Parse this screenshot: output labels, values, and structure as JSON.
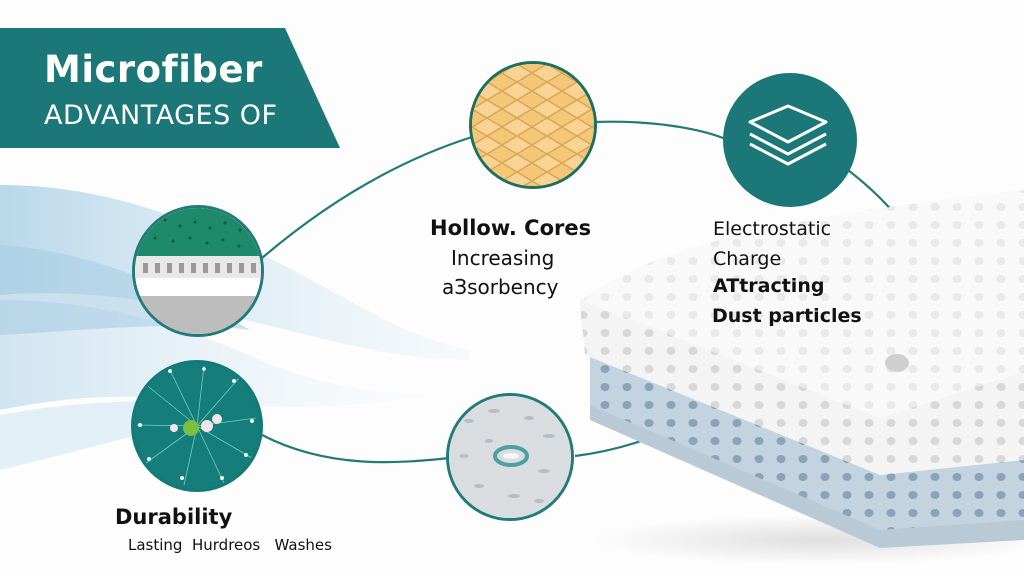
{
  "title": {
    "line1": "Microfiber",
    "line2": "ADVANTAGES OF"
  },
  "features": [
    {
      "id": "hollow-cores",
      "heading": "Hollow. Cores",
      "lines": [
        "Increasing",
        "aЗsorbency"
      ],
      "icon": "honeycomb-texture-icon"
    },
    {
      "id": "electrostatic",
      "lines": [
        "Electrostatic",
        "Charge"
      ],
      "bold_lines": [
        "ATtracting",
        "Dust particles"
      ],
      "icon": "stacked-layers-icon"
    },
    {
      "id": "durability",
      "heading": "Durability",
      "lines": [
        "Lasting  Hurdreos   Washes"
      ],
      "icon": "particle-burst-icon"
    }
  ],
  "colors": {
    "teal": "#1b7778",
    "line_teal": "#237a7a",
    "honeycomb": "#f2c77c",
    "wave_light": "#dcebf5",
    "wave_mid": "#bcd9ea",
    "text": "#111111"
  }
}
